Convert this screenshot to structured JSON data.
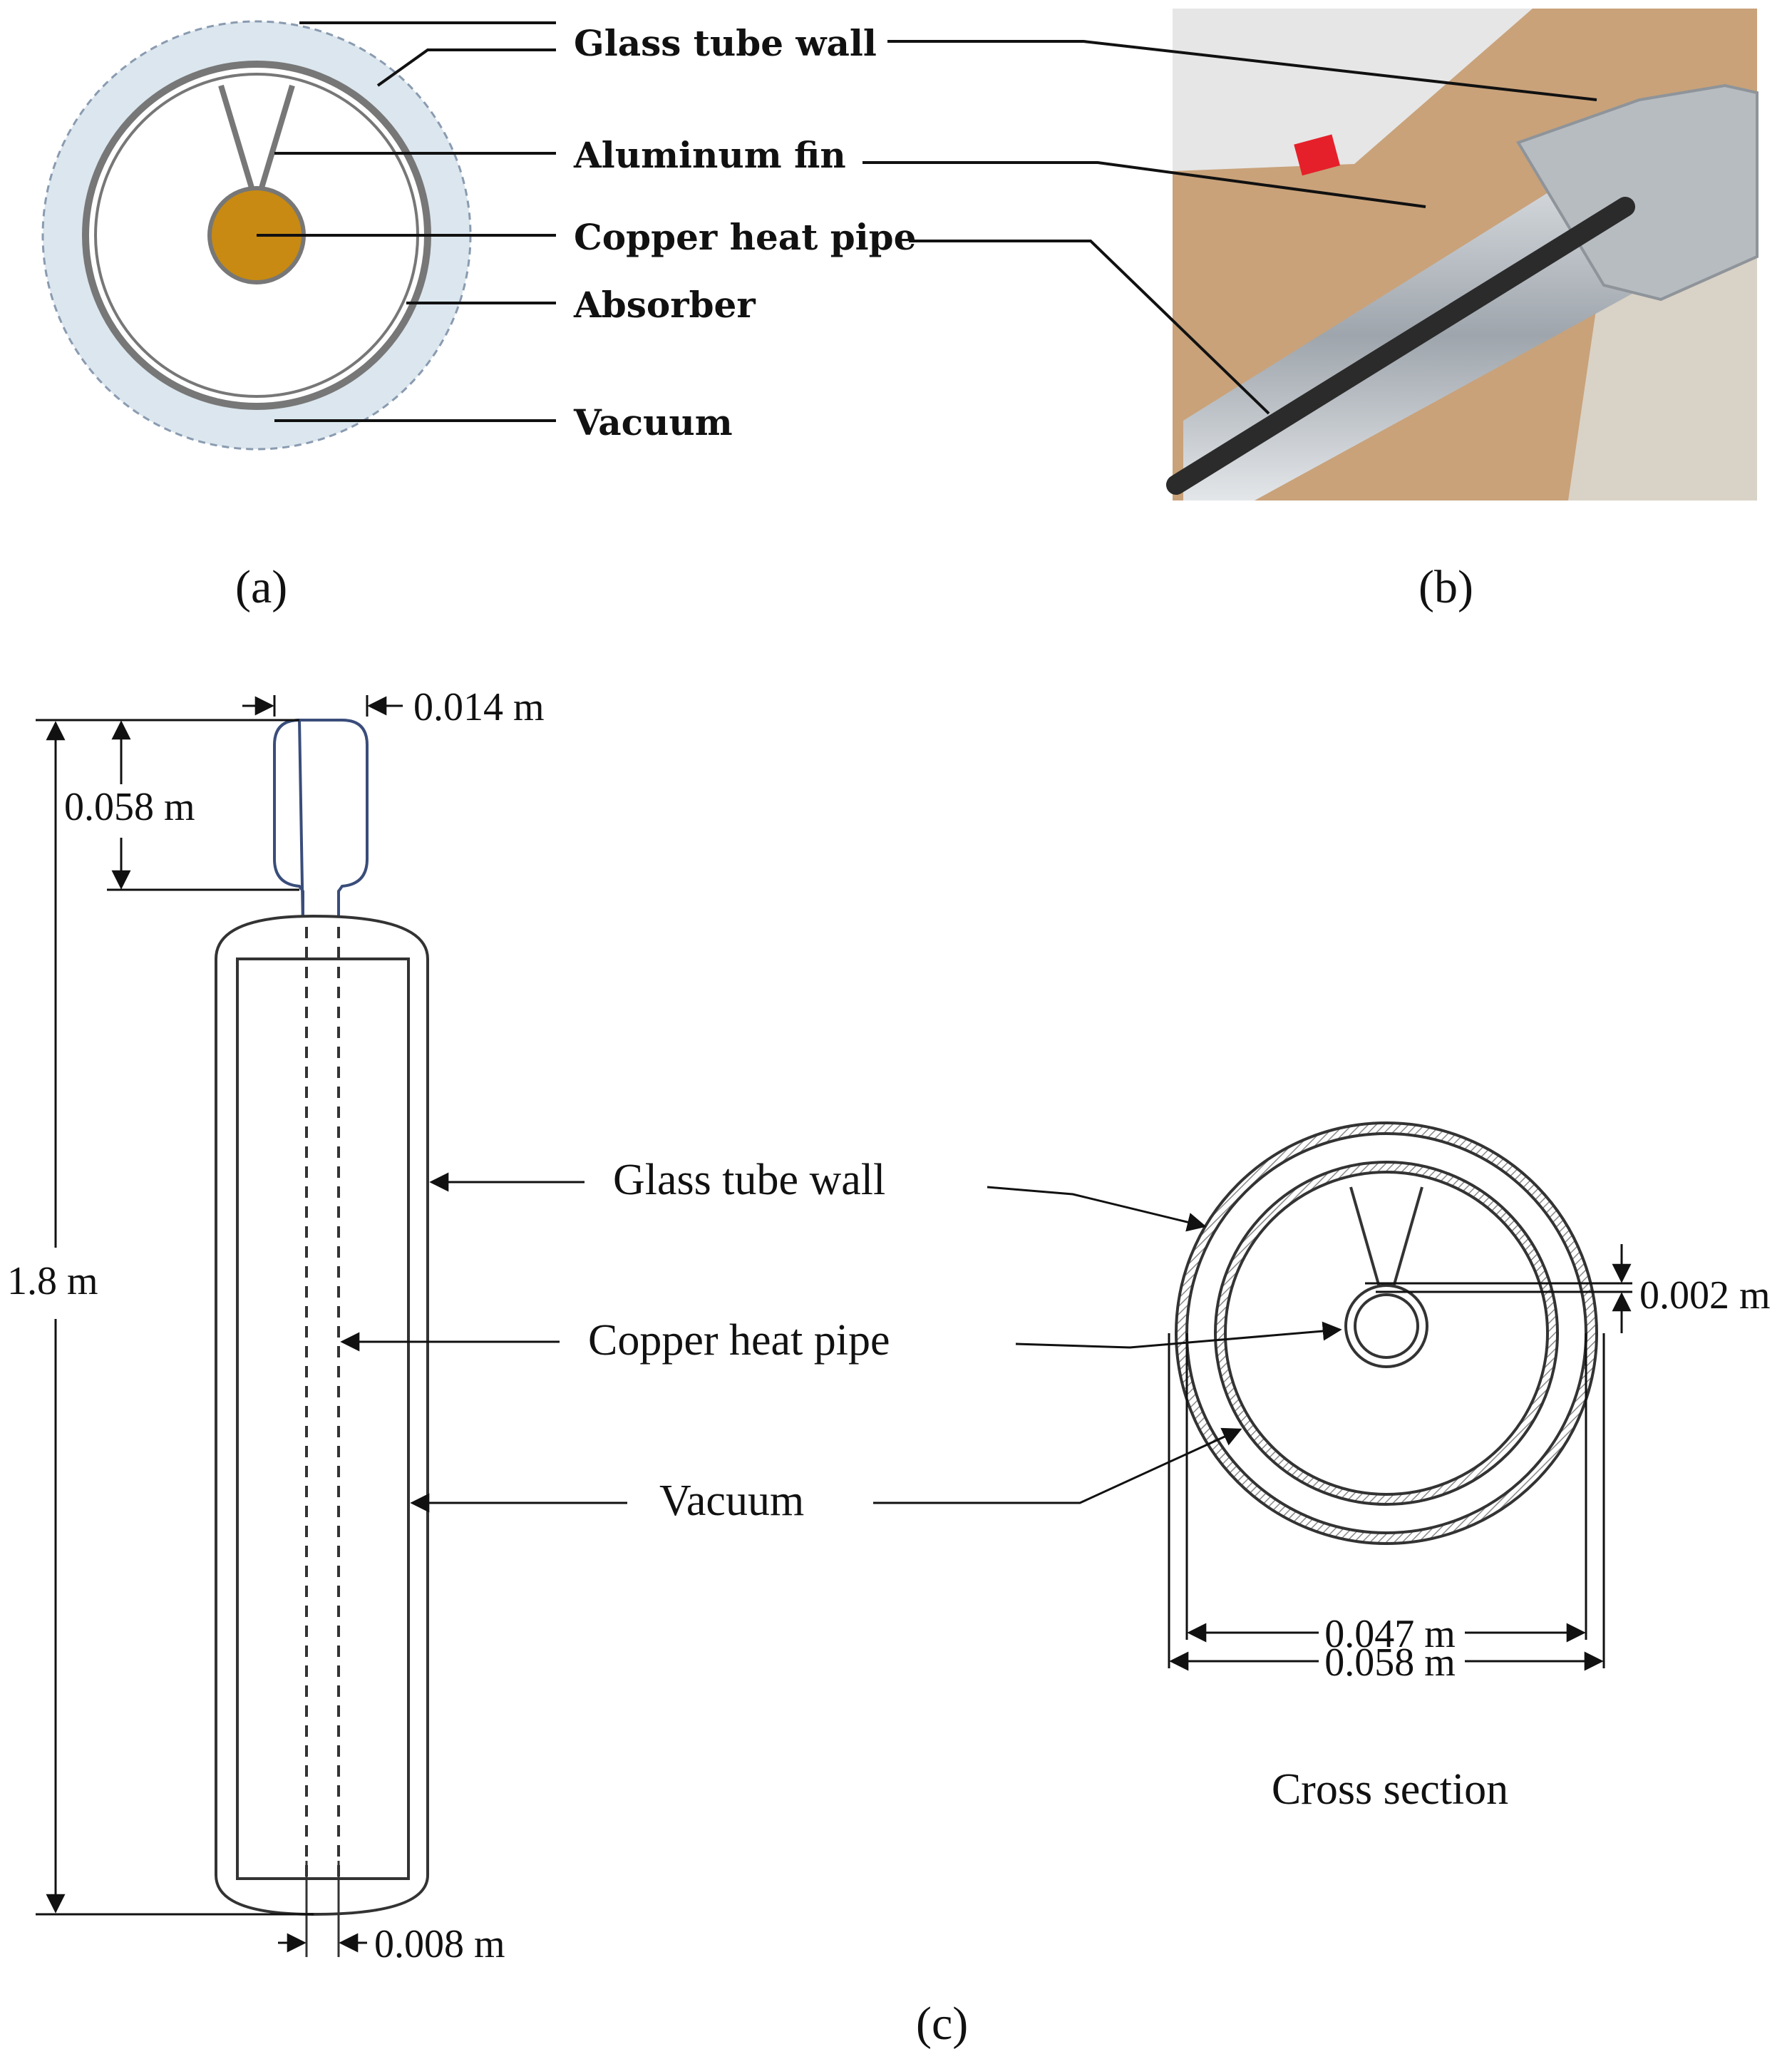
{
  "panel_a": {
    "caption": "(a)",
    "labels": {
      "glass_tube_wall": "Glass tube wall",
      "aluminum_fin": "Aluminum fin",
      "copper_heat_pipe": "Copper heat pipe",
      "absorber": "Absorber",
      "vacuum": "Vacuum"
    },
    "colors": {
      "vacuum_fill": "#dbe6ee",
      "copper": "#c88a12",
      "outline": "#777777"
    }
  },
  "panel_b": {
    "caption": "(b)",
    "photo_colors": {
      "cardboard": "#c9a27a",
      "wall": "#e6e6e6",
      "metal": "#aeb4ba",
      "pipe": "#2b2b2b"
    }
  },
  "panel_c": {
    "caption": "(c)",
    "labels": {
      "glass_tube_wall": "Glass tube wall",
      "copper_heat_pipe": "Copper heat pipe",
      "vacuum": "Vacuum",
      "cross_section": "Cross section"
    },
    "dimensions": {
      "top_width": "0.014 m",
      "top_height": "0.058 m",
      "length": "1.8 m",
      "pipe_width": "0.008 m",
      "gap": "0.002 m",
      "inner_diameter": "0.047 m",
      "outer_diameter": "0.058 m"
    }
  }
}
